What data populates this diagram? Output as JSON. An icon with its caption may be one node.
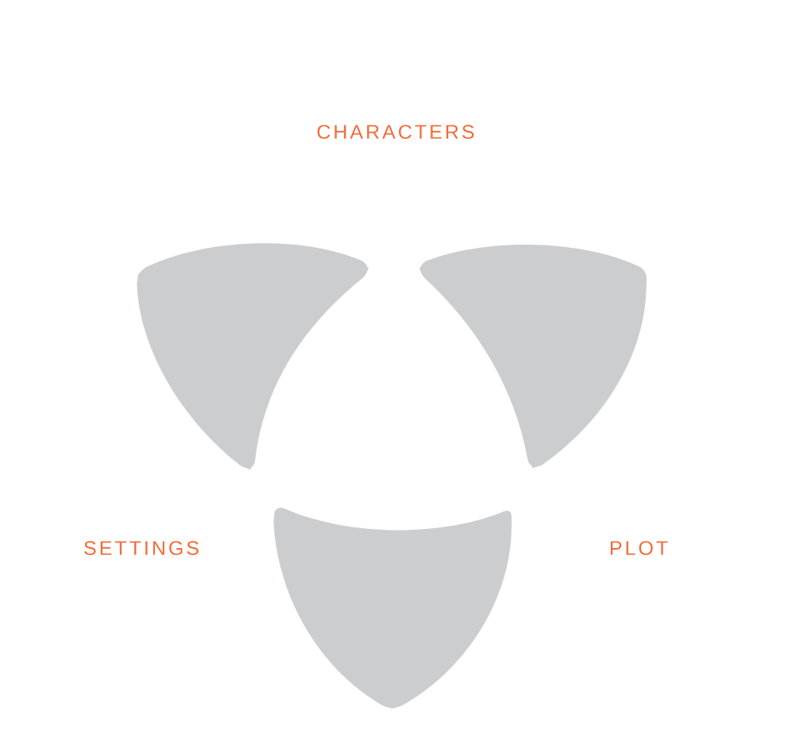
{
  "diagram": {
    "labels": [
      "CHARACTERS",
      "SETTINGS",
      "PLOT"
    ]
  }
}
